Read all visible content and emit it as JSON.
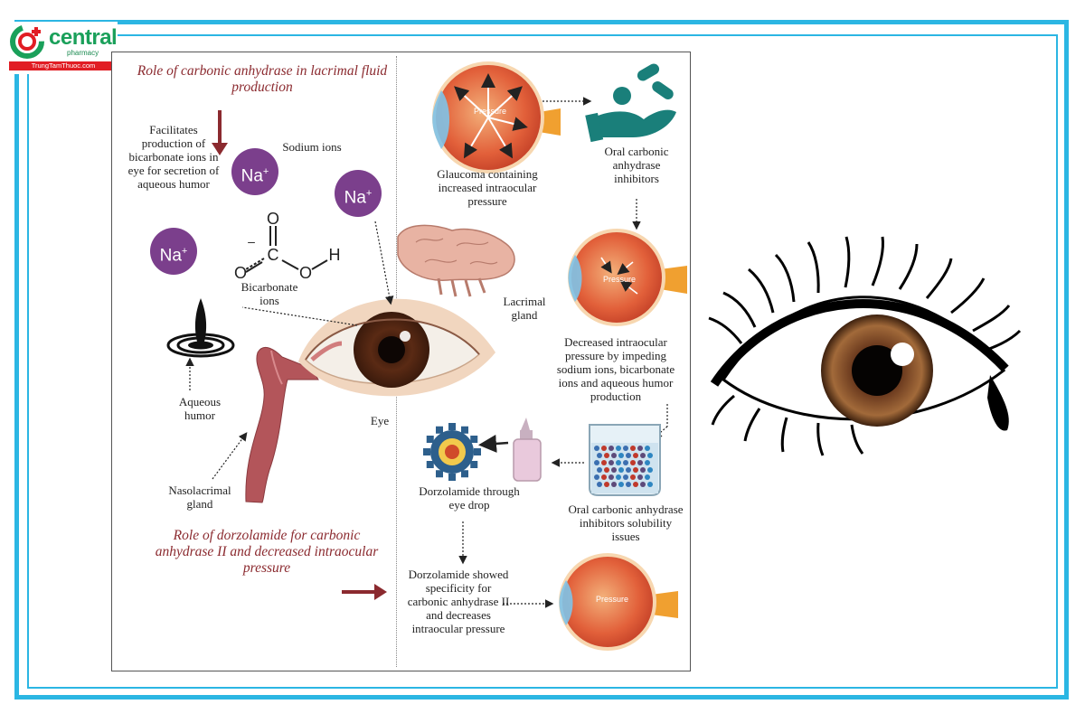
{
  "logo": {
    "name": "central",
    "sub": "pharmacy",
    "url": "TrungTamThuoc.com"
  },
  "left": {
    "title": "Role of  carbonic anhydrase in lacrimal fluid production",
    "facilitates": "Facilitates production of bicarbonate ions in eye for secretion of aqueous humor",
    "sodium_label": "Sodium ions",
    "na_text": "Na",
    "bicarbonate_label": "Bicarbonate ions",
    "aqueous_label": "Aqueous humor",
    "nasolacrimal_label": "Nasolacrimal gland",
    "eye_label": "Eye",
    "lacrimal_label": "Lacrimal gland",
    "dorzolamide_title": "Role of  dorzolamide for carbonic anhydrase II and decreased intraocular pressure",
    "molecule": {
      "o_top": "O",
      "c": "C",
      "o_left": "O",
      "o_right": "O",
      "h": "H",
      "minus": "–"
    }
  },
  "right": {
    "glaucoma": "Glaucoma containing increased intraocular pressure",
    "oral_inhibitors": "Oral carbonic anhydrase inhibitors",
    "decreased": "Decreased intraocular pressure by impeding sodium ions, bicarbonate ions and aqueous humor production",
    "solubility": "Oral carbonic anhydrase inhibitors solubility issues",
    "eye_drop": "Dorzolamide through eye drop",
    "specificity": "Dorzolamide showed specificity for carbonic anhydrase II and decreases intraocular pressure",
    "pressure_word": "Pressure"
  },
  "colors": {
    "frame": "#2bb6e3",
    "title": "#8b2a2f",
    "sodium": "#7b3f8c",
    "logo_green": "#1aa05a",
    "logo_red": "#e11d24"
  }
}
